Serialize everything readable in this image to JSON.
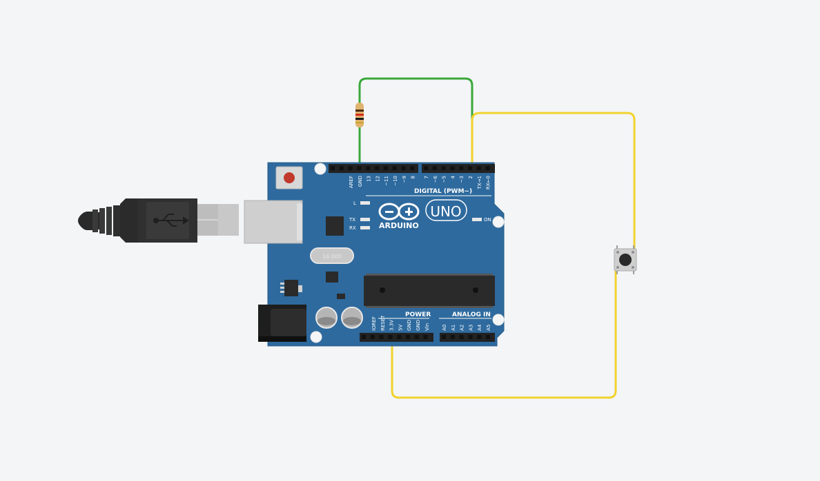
{
  "board": {
    "brand": "ARDUINO",
    "model": "UNO",
    "digital_header": "DIGITAL (PWM~)",
    "power_header": "POWER",
    "analog_header": "ANALOG IN",
    "led_l": "L",
    "led_tx": "TX",
    "led_rx": "RX",
    "led_on": "ON",
    "crystal": "16.000",
    "digital_pins": [
      "AREF",
      "GND",
      "13",
      "12",
      "~11",
      "~10",
      "~9",
      "8",
      "7",
      "~6",
      "~5",
      "4",
      "~3",
      "2",
      "TX→1",
      "RX←0"
    ],
    "power_pins": [
      "IOREF",
      "RESET",
      "3.3V",
      "5V",
      "GND",
      "GND",
      "Vin"
    ],
    "analog_pins": [
      "A0",
      "A1",
      "A2",
      "A3",
      "A4",
      "A5"
    ]
  },
  "wires": {
    "signal_color": "#3aa83a",
    "power_color": "#f2d22e"
  },
  "components": {
    "resistor": "resistor",
    "pushbutton": "pushbutton",
    "usb_cable": "usb-b-cable"
  }
}
